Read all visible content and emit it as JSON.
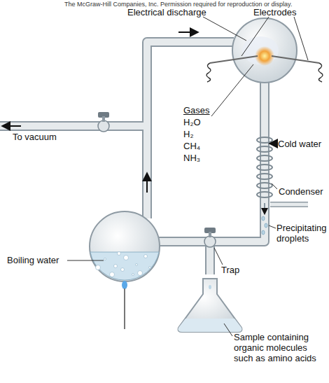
{
  "diagram": {
    "labels": [
      "The McGraw-Hill Companies, Inc.  Permission required for reproduction or display.",
      "Electrical discharge",
      "Electrodes",
      "To vacuum",
      "Gases",
      "H₂O",
      "H₂",
      "CH₄",
      "NH₃",
      "Cold water",
      "Condenser",
      "Precipitating droplets",
      "Boiling water",
      "Trap",
      "Sample containing organic molecules such as amino acids"
    ]
  }
}
